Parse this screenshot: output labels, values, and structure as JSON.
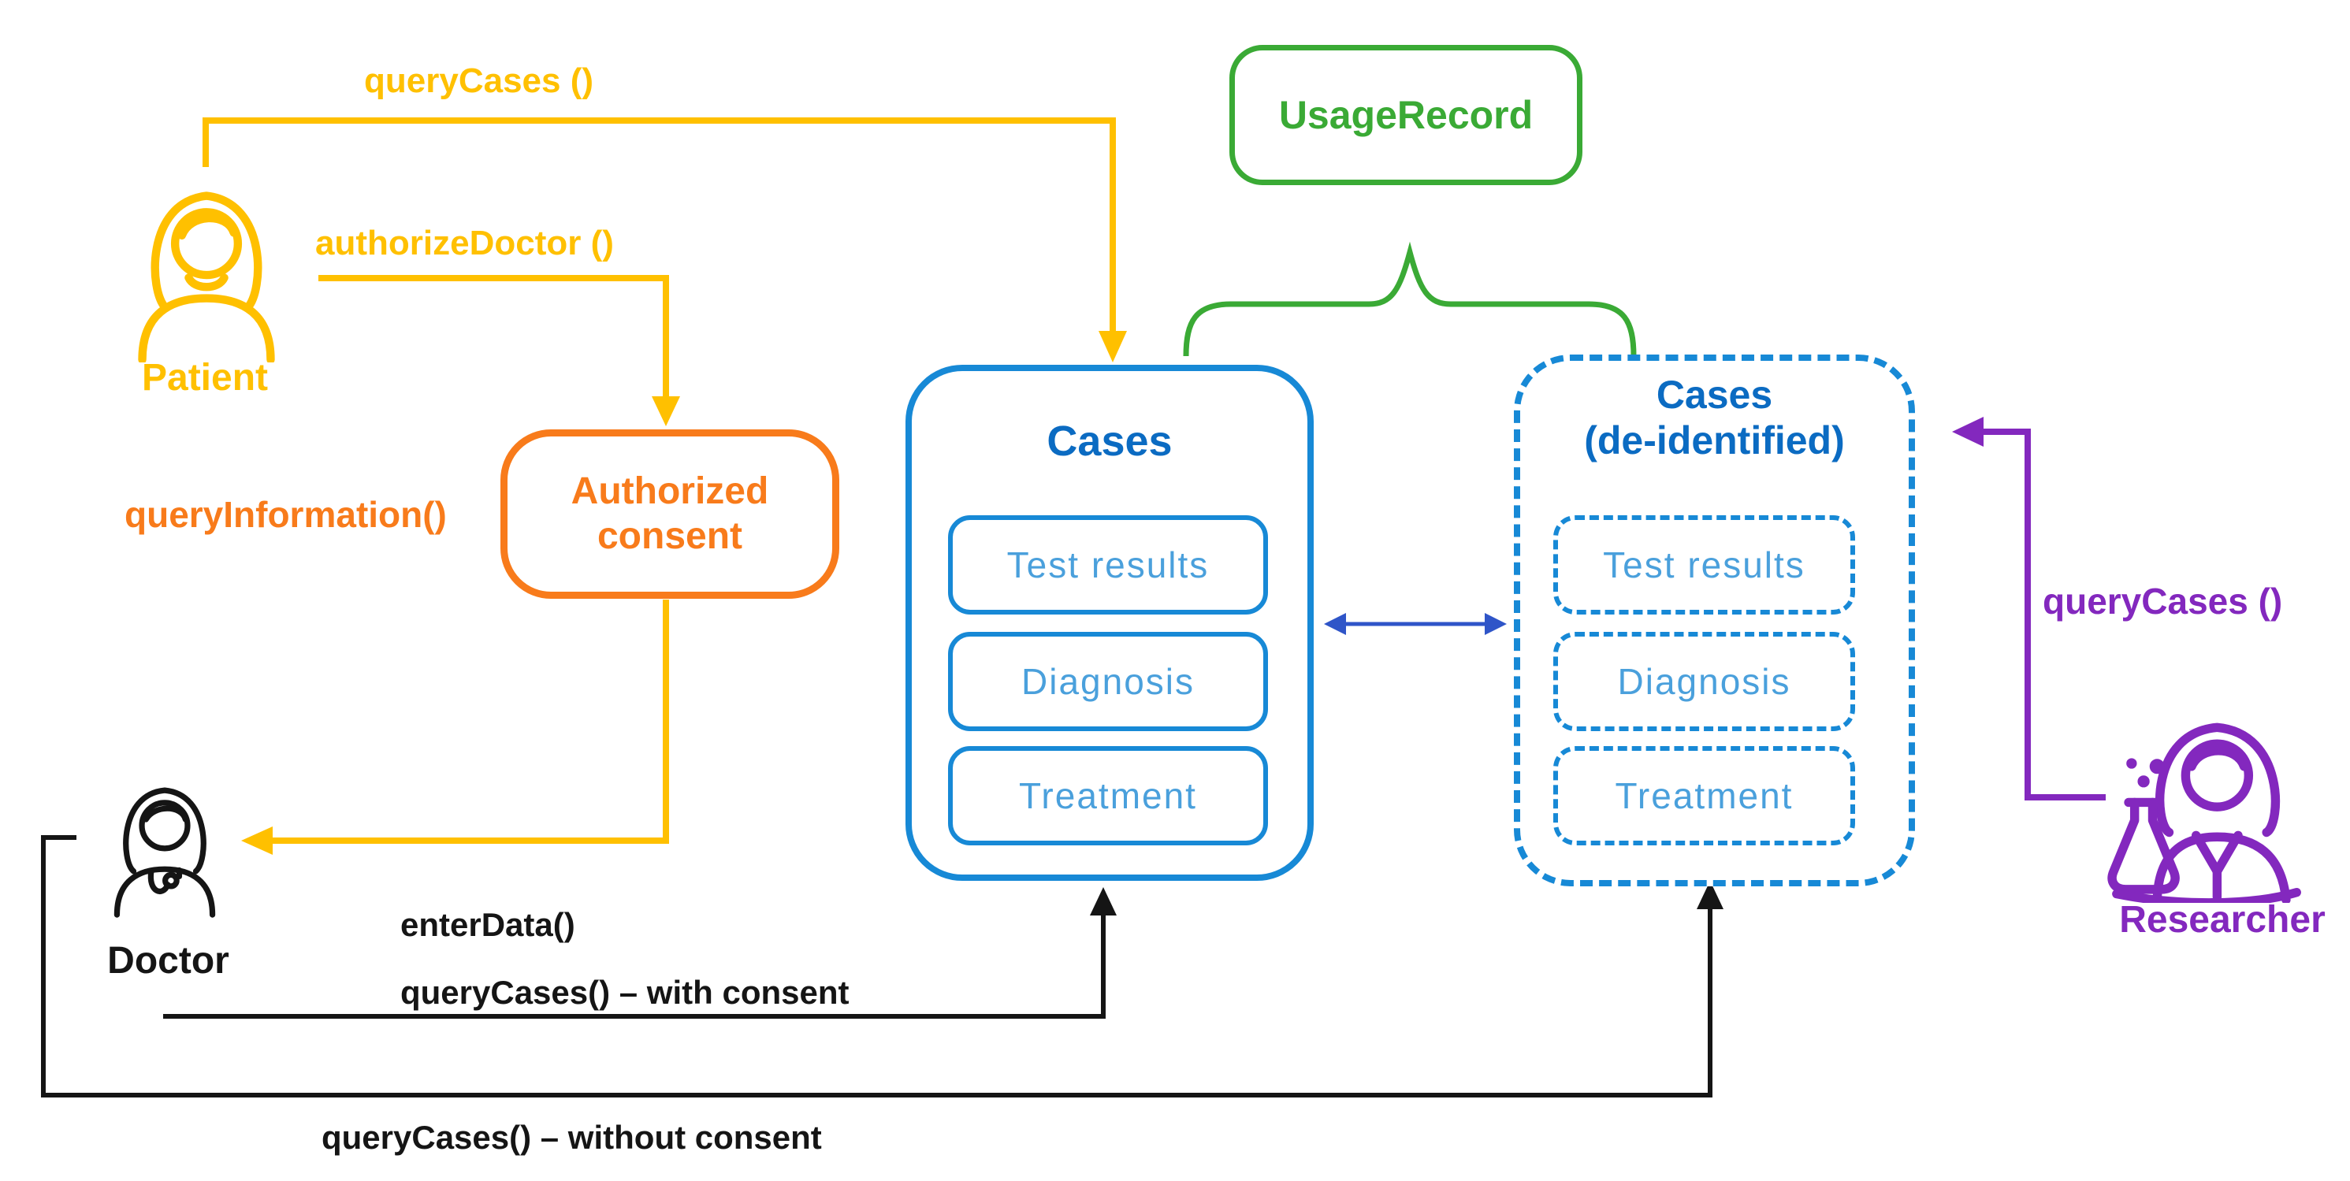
{
  "colors": {
    "yellow": "#FFC000",
    "orange": "#F87B1B",
    "green": "#3AAA35",
    "blue": "#1789D6",
    "blue_dark": "#0B6BC2",
    "blue_text": "#4AA0DC",
    "royal_blue": "#2F55C8",
    "purple": "#8328BE",
    "black": "#151515"
  },
  "actors": {
    "patient": "Patient",
    "doctor": "Doctor",
    "researcher": "Researcher"
  },
  "boxes": {
    "usage_record": "UsageRecord",
    "authorized_consent": "Authorized consent",
    "cases": {
      "title": "Cases",
      "items": [
        "Test results",
        "Diagnosis",
        "Treatment"
      ]
    },
    "cases_deidentified": {
      "title_line1": "Cases",
      "title_line2": "(de-identified)",
      "items": [
        "Test results",
        "Diagnosis",
        "Treatment"
      ]
    }
  },
  "edge_labels": {
    "query_cases_patient": "queryCases ()",
    "authorize_doctor": "authorizeDoctor ()",
    "query_information": "queryInformation()",
    "enter_data": "enterData()",
    "query_cases_with_consent": "queryCases() – with consent",
    "query_cases_without_consent": "queryCases() – without consent",
    "query_cases_researcher": "queryCases ()"
  }
}
